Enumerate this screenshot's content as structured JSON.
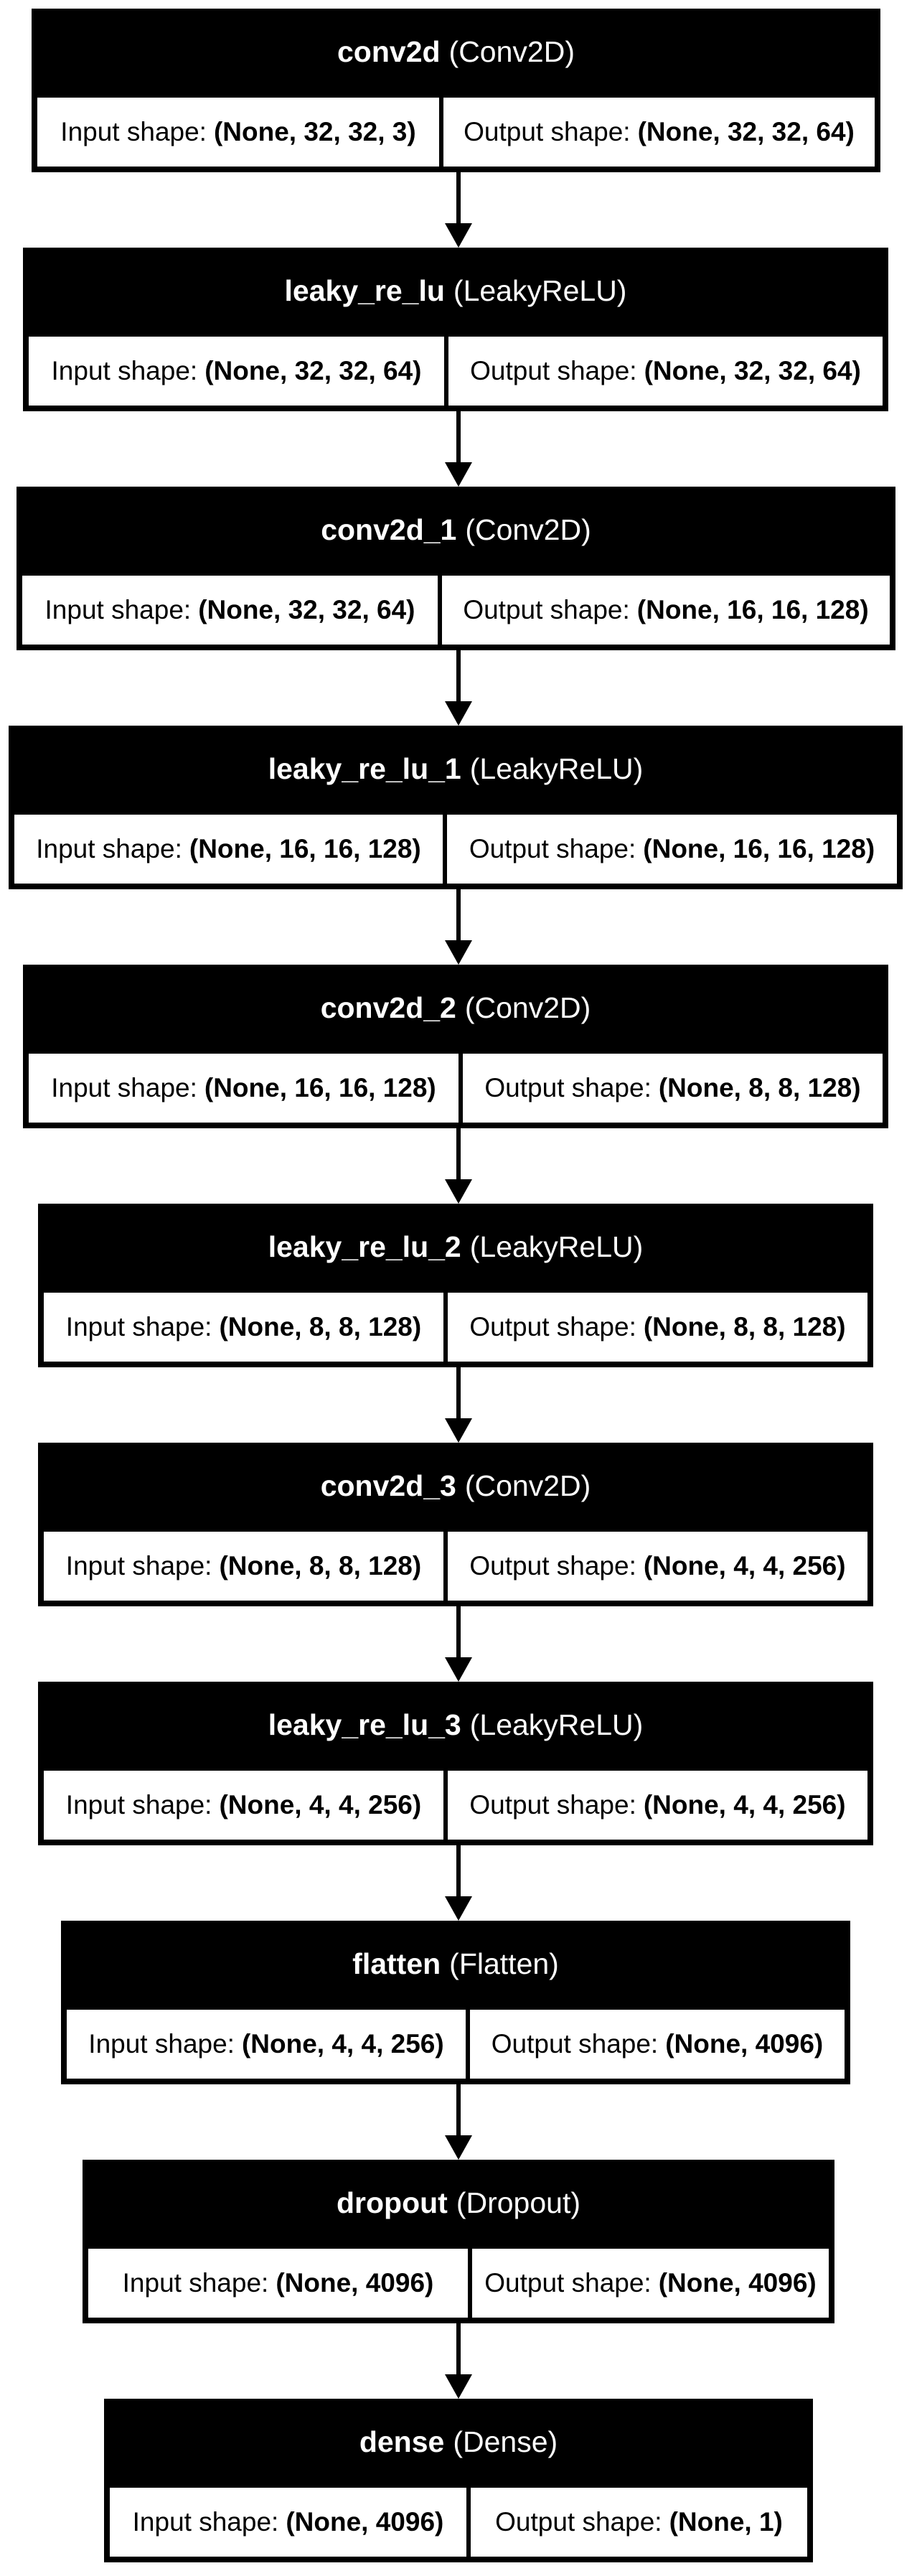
{
  "labels": {
    "input": "Input shape:",
    "output": "Output shape:"
  },
  "layers": [
    {
      "name": "conv2d",
      "type": "(Conv2D)",
      "input": "(None, 32, 32, 3)",
      "output": "(None, 32, 32, 64)"
    },
    {
      "name": "leaky_re_lu",
      "type": "(LeakyReLU)",
      "input": "(None, 32, 32, 64)",
      "output": "(None, 32, 32, 64)"
    },
    {
      "name": "conv2d_1",
      "type": "(Conv2D)",
      "input": "(None, 32, 32, 64)",
      "output": "(None, 16, 16, 128)"
    },
    {
      "name": "leaky_re_lu_1",
      "type": "(LeakyReLU)",
      "input": "(None, 16, 16, 128)",
      "output": "(None, 16, 16, 128)"
    },
    {
      "name": "conv2d_2",
      "type": "(Conv2D)",
      "input": "(None, 16, 16, 128)",
      "output": "(None, 8, 8, 128)"
    },
    {
      "name": "leaky_re_lu_2",
      "type": "(LeakyReLU)",
      "input": "(None, 8, 8, 128)",
      "output": "(None, 8, 8, 128)"
    },
    {
      "name": "conv2d_3",
      "type": "(Conv2D)",
      "input": "(None, 8, 8, 128)",
      "output": "(None, 4, 4, 256)"
    },
    {
      "name": "leaky_re_lu_3",
      "type": "(LeakyReLU)",
      "input": "(None, 4, 4, 256)",
      "output": "(None, 4, 4, 256)"
    },
    {
      "name": "flatten",
      "type": "(Flatten)",
      "input": "(None, 4, 4, 256)",
      "output": "(None, 4096)"
    },
    {
      "name": "dropout",
      "type": "(Dropout)",
      "input": "(None, 4096)",
      "output": "(None, 4096)"
    },
    {
      "name": "dense",
      "type": "(Dense)",
      "input": "(None, 4096)",
      "output": "(None, 1)"
    }
  ]
}
